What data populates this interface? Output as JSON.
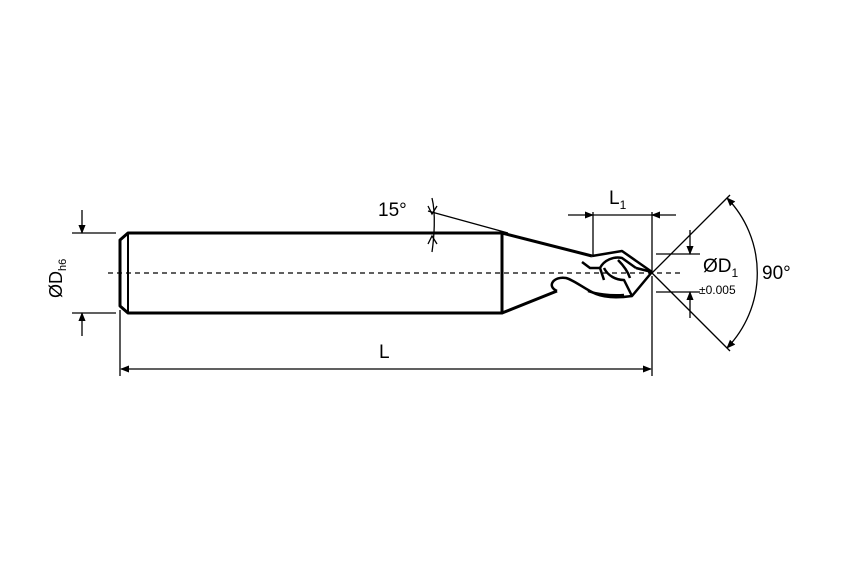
{
  "labels": {
    "shank_diameter": "ØD",
    "shank_diameter_sub": "h6",
    "overall_length": "L",
    "tip_length": "L",
    "tip_length_sub": "1",
    "tip_diameter": "ØD",
    "tip_diameter_sub": "1",
    "tip_tolerance": "±0.005",
    "neck_angle": "15°",
    "point_angle": "90°"
  },
  "colors": {
    "line": "#000000",
    "background": "#ffffff"
  }
}
